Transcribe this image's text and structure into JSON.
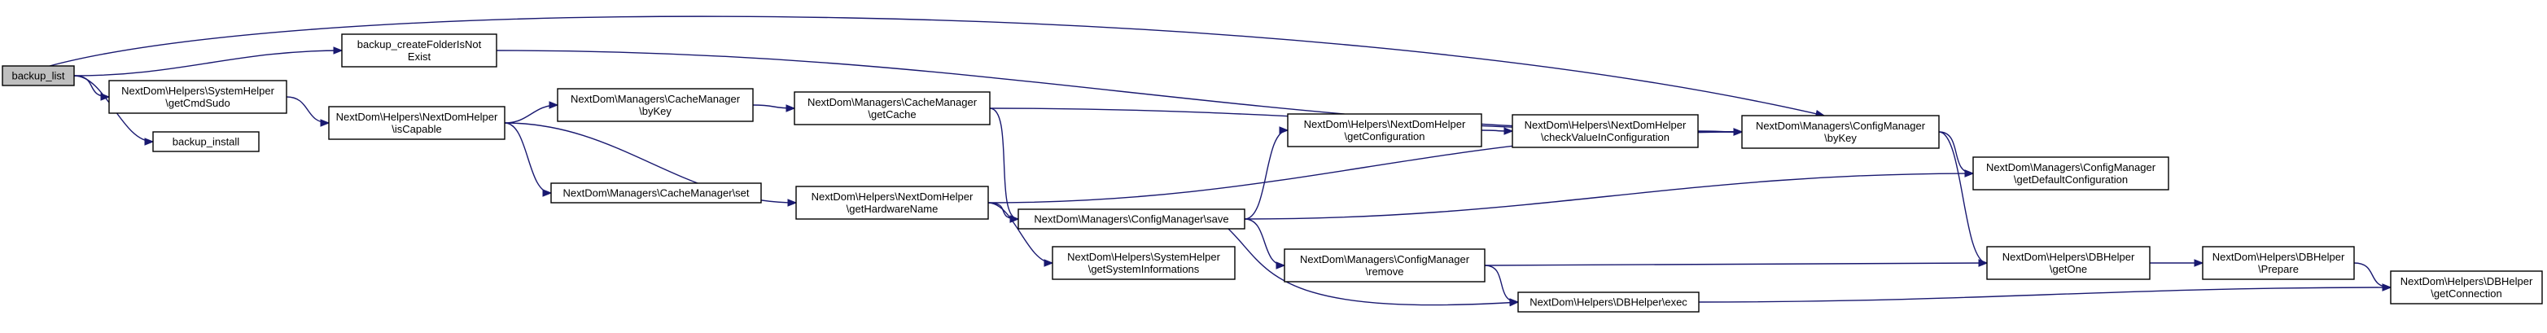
{
  "nodes": [
    {
      "id": "n0",
      "lines": [
        "backup_list"
      ],
      "root": true
    },
    {
      "id": "n1",
      "lines": [
        "backup_createFolderIsNot",
        "Exist"
      ]
    },
    {
      "id": "n2",
      "lines": [
        "NextDom\\Helpers\\SystemHelper",
        "\\getCmdSudo"
      ]
    },
    {
      "id": "n3",
      "lines": [
        "backup_install"
      ]
    },
    {
      "id": "n4",
      "lines": [
        "NextDom\\Helpers\\NextDomHelper",
        "\\isCapable"
      ]
    },
    {
      "id": "n5",
      "lines": [
        "NextDom\\Managers\\CacheManager",
        "\\byKey"
      ]
    },
    {
      "id": "n6",
      "lines": [
        "NextDom\\Managers\\CacheManager\\set"
      ]
    },
    {
      "id": "n7",
      "lines": [
        "NextDom\\Managers\\CacheManager",
        "\\getCache"
      ]
    },
    {
      "id": "n8",
      "lines": [
        "NextDom\\Helpers\\NextDomHelper",
        "\\getHardwareName"
      ]
    },
    {
      "id": "n9",
      "lines": [
        "NextDom\\Managers\\ConfigManager\\save"
      ]
    },
    {
      "id": "n10",
      "lines": [
        "NextDom\\Helpers\\SystemHelper",
        "\\getSystemInformations"
      ]
    },
    {
      "id": "n11",
      "lines": [
        "NextDom\\Helpers\\NextDomHelper",
        "\\getConfiguration"
      ]
    },
    {
      "id": "n12",
      "lines": [
        "NextDom\\Helpers\\NextDomHelper",
        "\\checkValueInConfiguration"
      ]
    },
    {
      "id": "n13",
      "lines": [
        "NextDom\\Managers\\ConfigManager",
        "\\byKey"
      ]
    },
    {
      "id": "n14",
      "lines": [
        "NextDom\\Managers\\ConfigManager",
        "\\remove"
      ]
    },
    {
      "id": "n15",
      "lines": [
        "NextDom\\Helpers\\DBHelper\\exec"
      ]
    },
    {
      "id": "n16",
      "lines": [
        "NextDom\\Managers\\ConfigManager",
        "\\getDefaultConfiguration"
      ]
    },
    {
      "id": "n17",
      "lines": [
        "NextDom\\Helpers\\DBHelper",
        "\\getOne"
      ]
    },
    {
      "id": "n18",
      "lines": [
        "NextDom\\Helpers\\DBHelper",
        "\\Prepare"
      ]
    },
    {
      "id": "n19",
      "lines": [
        "NextDom\\Helpers\\DBHelper",
        "\\getConnection"
      ]
    }
  ],
  "edges": [
    [
      "n0",
      "n1"
    ],
    [
      "n0",
      "n2"
    ],
    [
      "n0",
      "n3"
    ],
    [
      "n0",
      "n13"
    ],
    [
      "n1",
      "n13"
    ],
    [
      "n2",
      "n4"
    ],
    [
      "n4",
      "n5"
    ],
    [
      "n4",
      "n6"
    ],
    [
      "n4",
      "n8"
    ],
    [
      "n5",
      "n7"
    ],
    [
      "n7",
      "n9"
    ],
    [
      "n7",
      "n13"
    ],
    [
      "n8",
      "n9"
    ],
    [
      "n8",
      "n10"
    ],
    [
      "n8",
      "n13"
    ],
    [
      "n9",
      "n11"
    ],
    [
      "n9",
      "n14"
    ],
    [
      "n9",
      "n15"
    ],
    [
      "n9",
      "n16"
    ],
    [
      "n11",
      "n12"
    ],
    [
      "n12",
      "n13"
    ],
    [
      "n13",
      "n16"
    ],
    [
      "n13",
      "n17"
    ],
    [
      "n14",
      "n15"
    ],
    [
      "n14",
      "n17"
    ],
    [
      "n15",
      "n19"
    ],
    [
      "n17",
      "n18"
    ],
    [
      "n18",
      "n19"
    ]
  ]
}
